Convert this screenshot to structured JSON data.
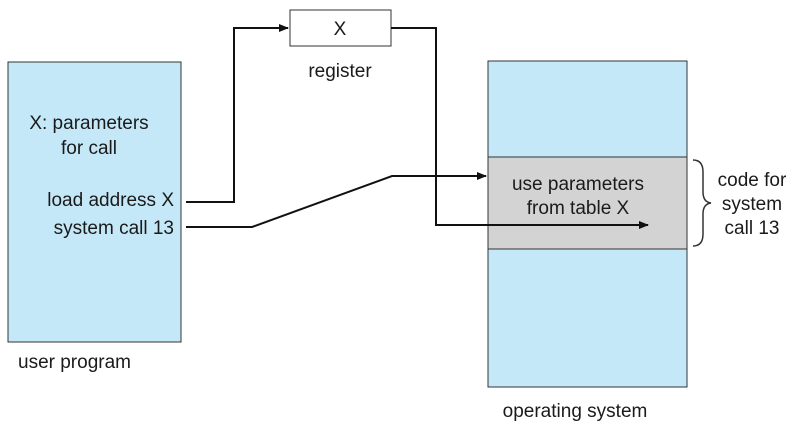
{
  "user_program": {
    "caption": "user program",
    "param_line1": "X: parameters",
    "param_line2": "for call",
    "load_line": "load address X",
    "syscall_line": "system call 13"
  },
  "register": {
    "value": "X",
    "caption": "register"
  },
  "operating_system": {
    "caption": "operating system",
    "code_line1": "use parameters",
    "code_line2": "from table X"
  },
  "brace_label": {
    "line1": "code for",
    "line2": "system",
    "line3": "call 13"
  },
  "colors": {
    "memory_fill": "#c5e8f8",
    "code_fill": "#d3d3d3",
    "outline": "#333333",
    "arrow": "#111111"
  }
}
